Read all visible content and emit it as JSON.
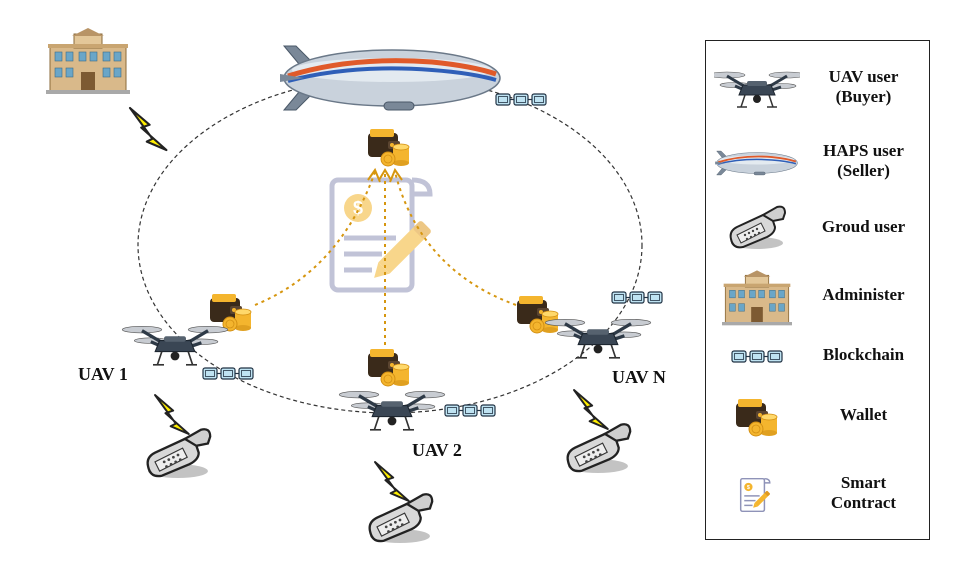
{
  "labels": {
    "uav1": "UAV 1",
    "uav2": "UAV 2",
    "uavN": "UAV N"
  },
  "legend": {
    "items": [
      {
        "icon": "drone-icon",
        "line1": "UAV user",
        "line2": "(Buyer)"
      },
      {
        "icon": "airship-icon",
        "line1": "HAPS user",
        "line2": "(Seller)"
      },
      {
        "icon": "phone-icon",
        "line1": "Groud user",
        "line2": ""
      },
      {
        "icon": "building-icon",
        "line1": "Administer",
        "line2": ""
      },
      {
        "icon": "blockchain-icon",
        "line1": "Blockchain",
        "line2": ""
      },
      {
        "icon": "wallet-icon",
        "line1": "Wallet",
        "line2": ""
      },
      {
        "icon": "contract-icon",
        "line1": "Smart",
        "line2": "Contract"
      }
    ]
  },
  "colors": {
    "dashed_ring": "#333333",
    "transaction_link": "#d6960f",
    "lightning": "#ffee00",
    "blockchain_block": "#bfe3f2",
    "wallet_body": "#3a2a1a",
    "coin": "#f4b52e",
    "contract_watermark": "#8f93b8"
  }
}
